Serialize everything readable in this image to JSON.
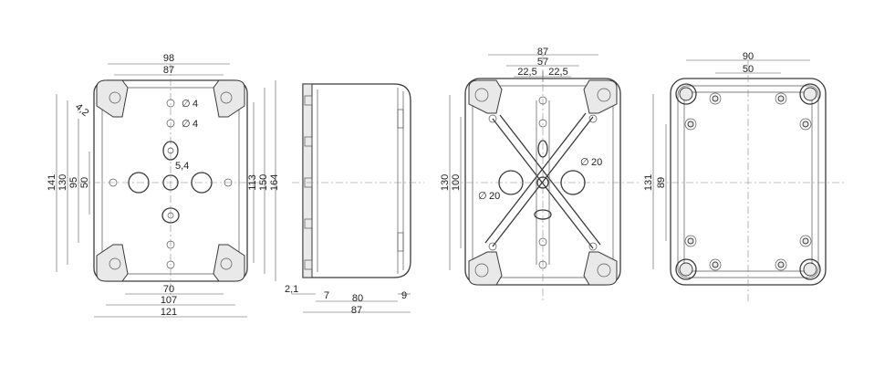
{
  "views": {
    "front": {
      "top_dims": [
        "98",
        "87"
      ],
      "left_dims": [
        "141",
        "130",
        "95",
        "50"
      ],
      "right_dims": [
        "113",
        "150",
        "164"
      ],
      "bottom_dims": [
        "70",
        "107",
        "121"
      ],
      "hole_labels": [
        "4",
        "4",
        "5,4"
      ],
      "corner_label": [
        "4,2"
      ],
      "diameter_symbol": "∅"
    },
    "side": {
      "bottom_dims": [
        "2,1",
        "7",
        "80",
        "9",
        "87"
      ]
    },
    "inside": {
      "top_dims": [
        "87",
        "57",
        "22,5",
        "22,5"
      ],
      "left_dims": [
        "130",
        "100"
      ],
      "hole_labels": [
        "20",
        "20"
      ],
      "diameter_symbol": "∅"
    },
    "lid": {
      "top_dims": [
        "90",
        "50"
      ],
      "left_dims": [
        "131",
        "89"
      ]
    }
  }
}
